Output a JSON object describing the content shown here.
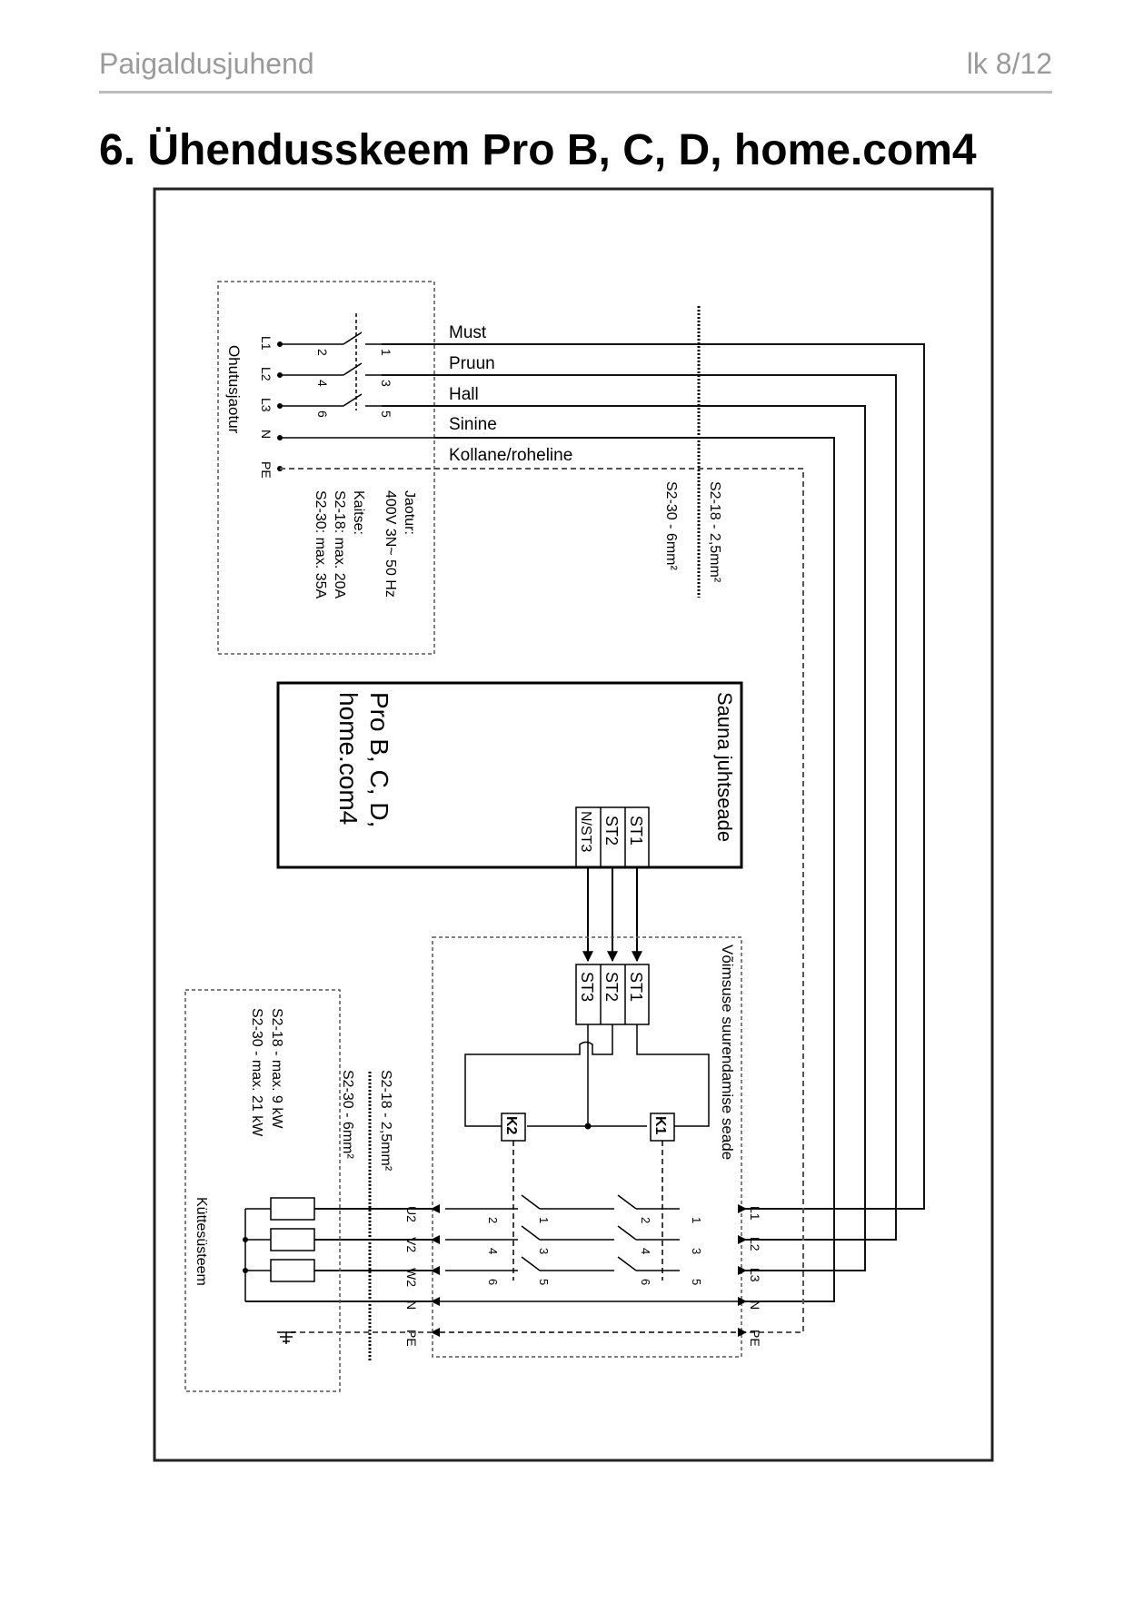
{
  "header": {
    "doc_title": "Paigaldusjuhend",
    "page_label": "lk 8/12"
  },
  "section": {
    "number": "6.",
    "title": "Ühendusskeem Pro B, C, D, home.com4"
  },
  "diagram": {
    "safety_box": {
      "name": "Ohutusjaotur",
      "terminals": [
        "L1",
        "L2",
        "L3",
        "N",
        "PE"
      ],
      "pins_left": [
        "2",
        "4",
        "6"
      ],
      "pins_right": [
        "1",
        "3",
        "5"
      ],
      "spec_lines": [
        "Jaotur:",
        "400V 3N~ 50 Hz",
        "Kaitse:",
        "S2-18: max. 20A",
        "S2-30: max. 35A"
      ]
    },
    "wires": [
      "Must",
      "Pruun",
      "Hall",
      "Sinine",
      "Kollane/roheline"
    ],
    "cable_top": [
      "S2-18 - 2,5mm²",
      "S2-30 - 6mm²"
    ],
    "controller": {
      "label": "Sauna juhtseade",
      "model_lines": [
        "Pro B, C, D,",
        "home.com4"
      ],
      "terminals": [
        "ST1",
        "ST2",
        "N/ST3"
      ]
    },
    "power_box": {
      "label": "Võimsuse suurendamise seade",
      "terminals": [
        "ST1",
        "ST2",
        "ST3"
      ],
      "relays": [
        "K1",
        "K2"
      ],
      "inputs": [
        "L1",
        "L2",
        "L3",
        "N",
        "PE"
      ],
      "outputs": [
        "U2",
        "V2",
        "W2",
        "N",
        "PE"
      ],
      "pins_top": [
        "1",
        "3",
        "5"
      ],
      "pins_bottom": [
        "2",
        "4",
        "6"
      ]
    },
    "cable_bottom": [
      "S2-18 - 2,5mm²",
      "S2-30 - 6mm²"
    ],
    "heater_box": {
      "label": "Küttesüsteem",
      "spec_lines": [
        "S2-18 - max. 9 kW",
        "S2-30 - max. 21 kW"
      ]
    }
  }
}
